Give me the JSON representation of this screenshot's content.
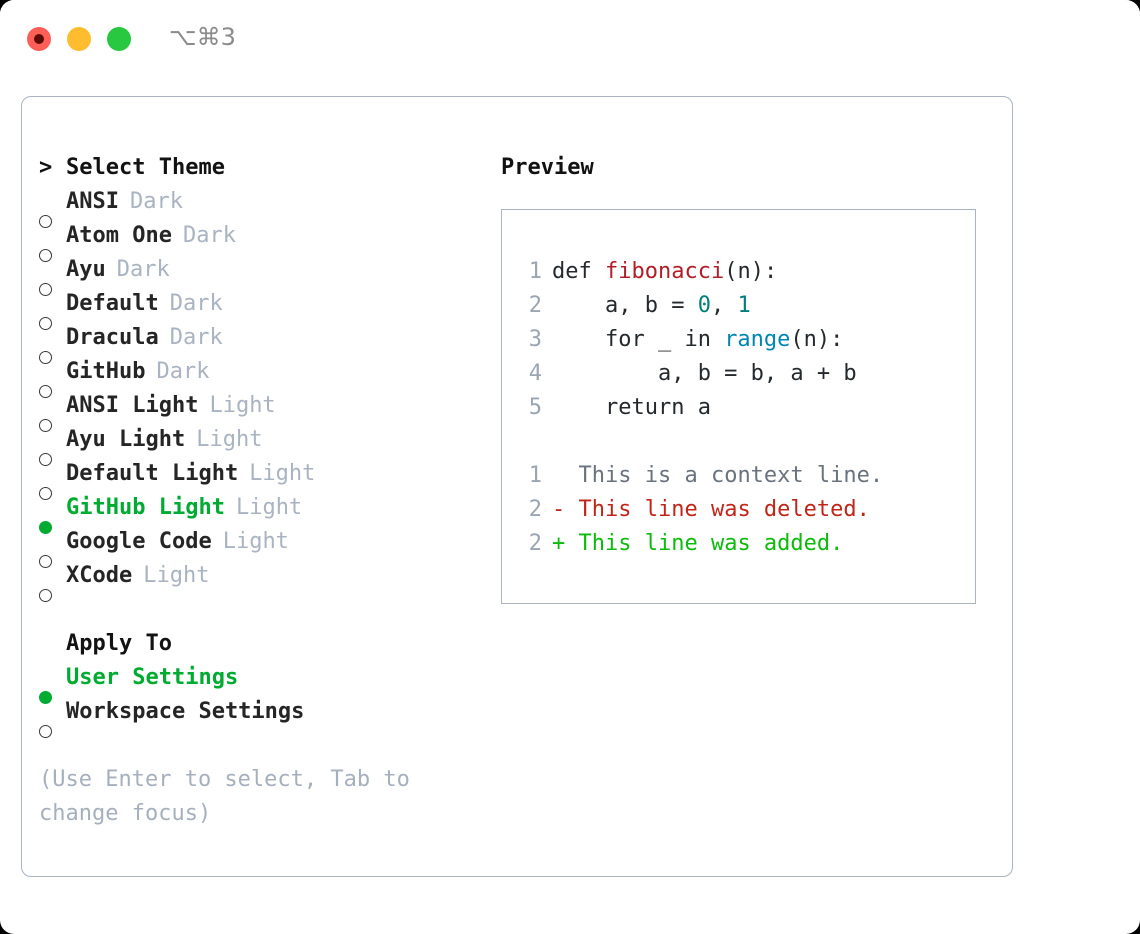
{
  "titlebar": {
    "shortcut": "⌥⌘3",
    "dots": [
      "close",
      "minimize",
      "maximize"
    ]
  },
  "left": {
    "header": {
      "caret": ">",
      "title": "Select Theme"
    },
    "themes": [
      {
        "name": "ANSI",
        "tag": "Dark",
        "selected": false
      },
      {
        "name": "Atom One",
        "tag": "Dark",
        "selected": false
      },
      {
        "name": "Ayu",
        "tag": "Dark",
        "selected": false
      },
      {
        "name": "Default",
        "tag": "Dark",
        "selected": false
      },
      {
        "name": "Dracula",
        "tag": "Dark",
        "selected": false
      },
      {
        "name": "GitHub",
        "tag": "Dark",
        "selected": false
      },
      {
        "name": "ANSI Light",
        "tag": "Light",
        "selected": false
      },
      {
        "name": "Ayu Light",
        "tag": "Light",
        "selected": false
      },
      {
        "name": "Default Light",
        "tag": "Light",
        "selected": false
      },
      {
        "name": "GitHub Light",
        "tag": "Light",
        "selected": true
      },
      {
        "name": "Google Code",
        "tag": "Light",
        "selected": false
      },
      {
        "name": "XCode",
        "tag": "Light",
        "selected": false
      }
    ],
    "apply_to": {
      "title": "Apply To",
      "options": [
        {
          "name": "User Settings",
          "selected": true
        },
        {
          "name": "Workspace Settings",
          "selected": false
        }
      ]
    },
    "hint": "(Use Enter to select, Tab to change focus)"
  },
  "right": {
    "title": "Preview",
    "code_lines": [
      {
        "no": "1",
        "tokens": [
          {
            "t": "def ",
            "k": "plain"
          },
          {
            "t": "fibonacci",
            "k": "fn"
          },
          {
            "t": "(n):",
            "k": "plain"
          }
        ]
      },
      {
        "no": "2",
        "tokens": [
          {
            "t": "    a, b = ",
            "k": "plain"
          },
          {
            "t": "0",
            "k": "num"
          },
          {
            "t": ", ",
            "k": "plain"
          },
          {
            "t": "1",
            "k": "num"
          }
        ]
      },
      {
        "no": "3",
        "tokens": [
          {
            "t": "    for _ in ",
            "k": "plain"
          },
          {
            "t": "range",
            "k": "bi"
          },
          {
            "t": "(n):",
            "k": "plain"
          }
        ]
      },
      {
        "no": "4",
        "tokens": [
          {
            "t": "        a, b = b, a + b",
            "k": "plain"
          }
        ]
      },
      {
        "no": "5",
        "tokens": [
          {
            "t": "    return a",
            "k": "plain"
          }
        ]
      }
    ],
    "diff_lines": [
      {
        "no": "1",
        "marker": "  ",
        "text": "This is a context line.",
        "kind": "context"
      },
      {
        "no": "2",
        "marker": "- ",
        "text": "This line was deleted.",
        "kind": "deleted"
      },
      {
        "no": "2",
        "marker": "+ ",
        "text": "This line was added.",
        "kind": "added"
      }
    ]
  },
  "colors": {
    "selected_green": "#00ab31",
    "tag_gray": "#a9b3c1",
    "hint_gray": "#a6b0bd",
    "panel_border": "#aab4c2",
    "fn_red": "#b31d28",
    "num_teal": "#007d7d",
    "builtin_blue": "#0086b3",
    "diff_del_red": "#c0251a",
    "diff_add_green": "#0cbb0c",
    "diff_ctx_gray": "#6a737d",
    "dot_red": "#ff5f57",
    "dot_yellow": "#febc2e",
    "dot_green": "#28c840"
  }
}
